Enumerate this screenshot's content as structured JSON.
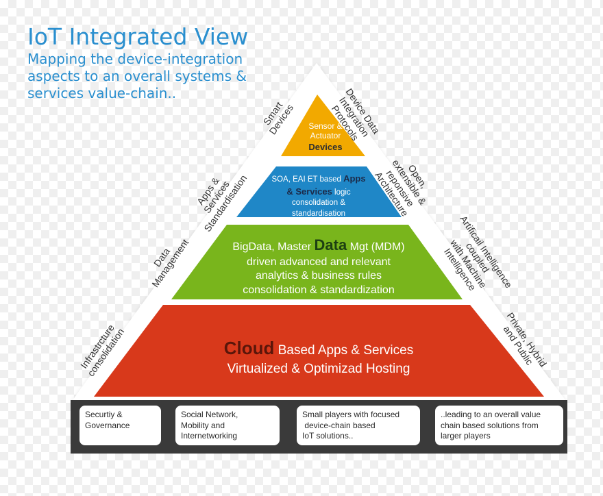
{
  "header": {
    "title": "IoT Integrated View",
    "subtitle_lines": [
      "Mapping the device-integration",
      "aspects  to an overall systems &",
      "services value-chain.."
    ]
  },
  "pyramid": {
    "tiers": [
      {
        "lines": [
          "Sensor &",
          "Actuator"
        ],
        "bold": "Devices",
        "color": "#f2a900"
      },
      {
        "pre": "SOA, EAI ET based ",
        "bold1": "Apps",
        "bold2": "& Services",
        "post": " logic",
        "lines": [
          "consolidation &",
          "standardisation"
        ],
        "color": "#1f87c7"
      },
      {
        "pre": "BigData, Master ",
        "bold": "Data",
        "post": " Mgt (MDM)",
        "lines": [
          "driven advanced and relevant",
          "analytics & business rules",
          "consolidation & standardization"
        ],
        "color": "#79b51c"
      },
      {
        "bold": "Cloud",
        "post": " Based Apps & Services",
        "lines": [
          "Virtualized & Optimizad Hosting"
        ],
        "color": "#d8391b"
      }
    ]
  },
  "left_labels": [
    {
      "lines": [
        "Smart",
        "Devices"
      ]
    },
    {
      "lines": [
        "Apps &",
        "Services",
        "Standardisation"
      ]
    },
    {
      "lines": [
        "Data",
        "Management"
      ]
    },
    {
      "lines": [
        "Infrastrcture",
        "consolidation"
      ]
    }
  ],
  "right_labels": [
    {
      "lines": [
        "Device Data",
        "Integration",
        "Protocols"
      ]
    },
    {
      "lines": [
        "Open,",
        "extensible &",
        "reponsive",
        "Architecture"
      ]
    },
    {
      "lines": [
        "Artificail Intelligence",
        "coupled",
        "with Machine",
        "Intelligence"
      ]
    },
    {
      "lines": [
        "Private, Hybrid",
        "and Public"
      ]
    }
  ],
  "bottom_boxes": [
    {
      "lines": [
        "Securtiy &",
        "Governance"
      ]
    },
    {
      "lines": [
        "Social Network,",
        "Mobility and",
        "Internetworking"
      ]
    },
    {
      "lines": [
        "Small players with focused",
        " device-chain based",
        "IoT solutions.."
      ]
    },
    {
      "lines": [
        "..leading to an overall value",
        "chain based solutions from",
        "larger players"
      ]
    }
  ],
  "colors": {
    "title": "#2a8fcf",
    "outer_triangle": "#ffffff",
    "bottom_bar": "#3a3a3a"
  }
}
